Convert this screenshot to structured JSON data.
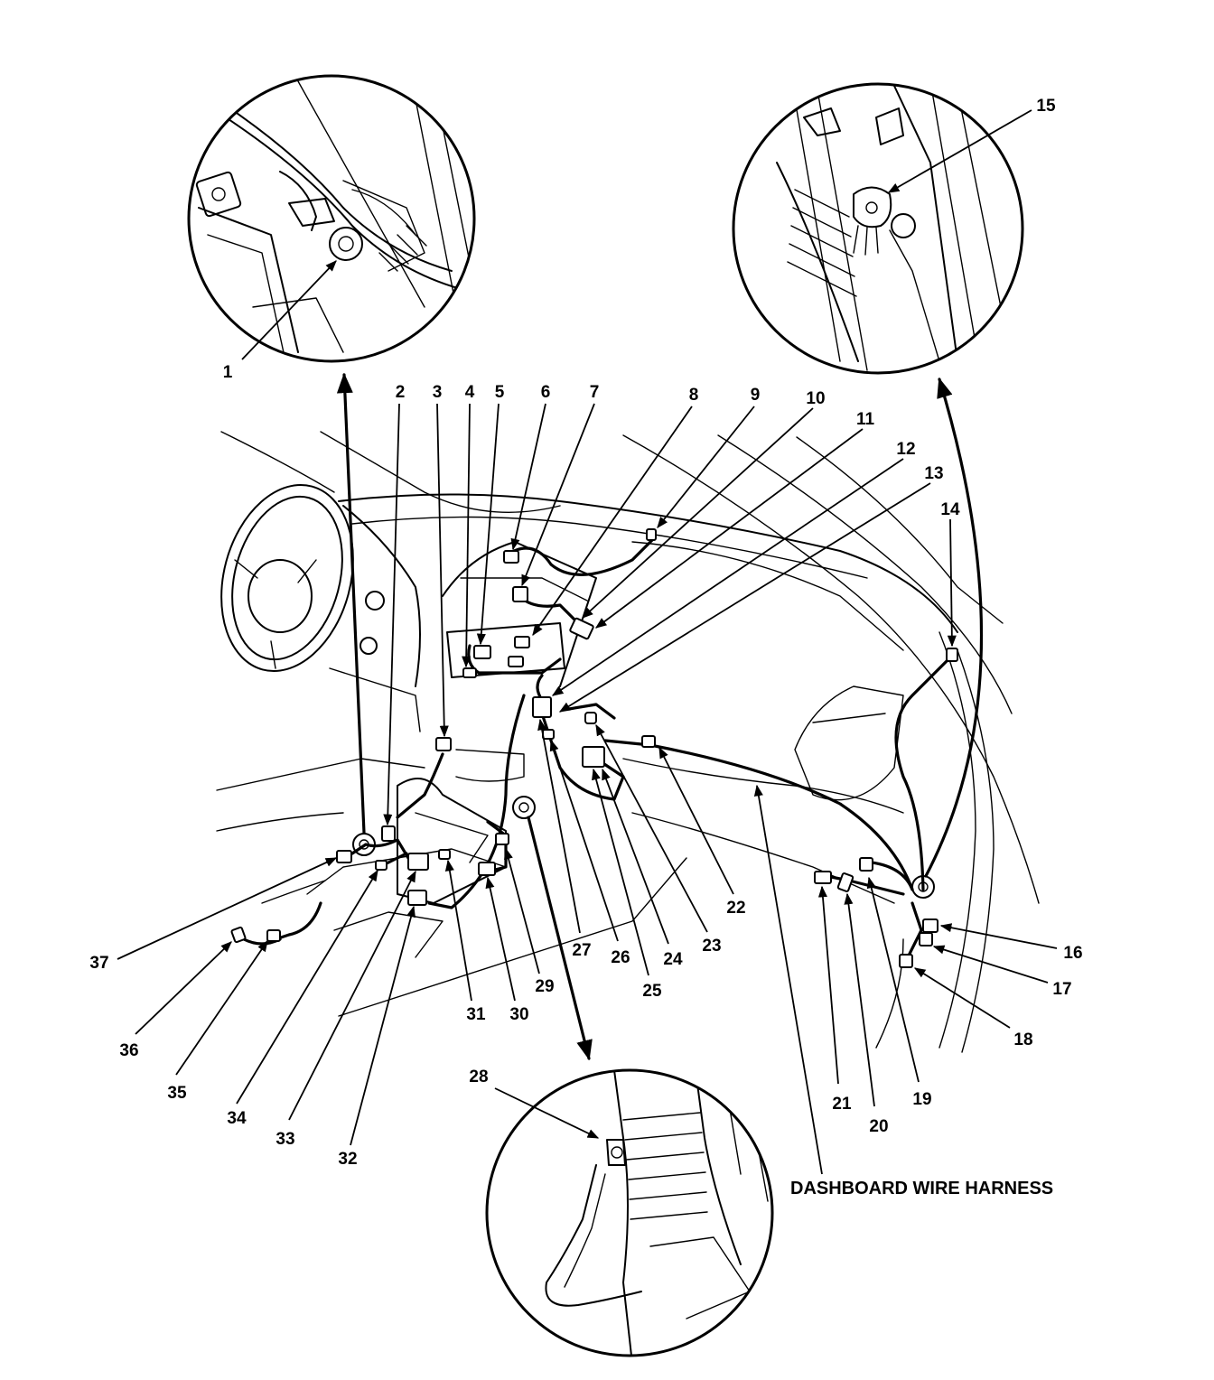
{
  "caption": "DASHBOARD WIRE HARNESS",
  "callouts": [
    {
      "id": "c1",
      "label": "1"
    },
    {
      "id": "c2",
      "label": "2"
    },
    {
      "id": "c3",
      "label": "3"
    },
    {
      "id": "c4",
      "label": "4"
    },
    {
      "id": "c5",
      "label": "5"
    },
    {
      "id": "c6",
      "label": "6"
    },
    {
      "id": "c7",
      "label": "7"
    },
    {
      "id": "c8",
      "label": "8"
    },
    {
      "id": "c9",
      "label": "9"
    },
    {
      "id": "c10",
      "label": "10"
    },
    {
      "id": "c11",
      "label": "11"
    },
    {
      "id": "c12",
      "label": "12"
    },
    {
      "id": "c13",
      "label": "13"
    },
    {
      "id": "c14",
      "label": "14"
    },
    {
      "id": "c15",
      "label": "15"
    },
    {
      "id": "c16",
      "label": "16"
    },
    {
      "id": "c17",
      "label": "17"
    },
    {
      "id": "c18",
      "label": "18"
    },
    {
      "id": "c19",
      "label": "19"
    },
    {
      "id": "c20",
      "label": "20"
    },
    {
      "id": "c21",
      "label": "21"
    },
    {
      "id": "c22",
      "label": "22"
    },
    {
      "id": "c23",
      "label": "23"
    },
    {
      "id": "c24",
      "label": "24"
    },
    {
      "id": "c25",
      "label": "25"
    },
    {
      "id": "c26",
      "label": "26"
    },
    {
      "id": "c27",
      "label": "27"
    },
    {
      "id": "c28",
      "label": "28"
    },
    {
      "id": "c29",
      "label": "29"
    },
    {
      "id": "c30",
      "label": "30"
    },
    {
      "id": "c31",
      "label": "31"
    },
    {
      "id": "c32",
      "label": "32"
    },
    {
      "id": "c33",
      "label": "33"
    },
    {
      "id": "c34",
      "label": "34"
    },
    {
      "id": "c35",
      "label": "35"
    },
    {
      "id": "c36",
      "label": "36"
    },
    {
      "id": "c37",
      "label": "37"
    }
  ]
}
